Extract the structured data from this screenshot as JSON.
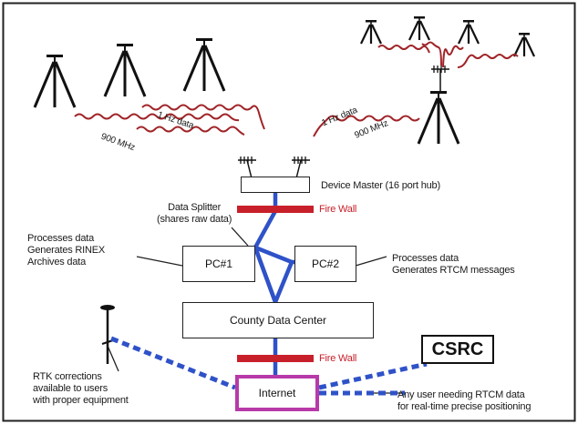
{
  "colors": {
    "accent_blue": "#2f52c8",
    "firewall_red": "#c8202a",
    "internet_border": "#b83aa8",
    "wave_red": "#a02428",
    "line": "#222222"
  },
  "nodes": {
    "device_master": "Device Master (16 port hub)",
    "pc1": "PC#1",
    "pc2": "PC#2",
    "county_data_center": "County Data Center",
    "internet": "Internet",
    "csrc": "CSRC"
  },
  "labels": {
    "fire_wall_top": "Fire Wall",
    "fire_wall_bottom": "Fire Wall",
    "data_splitter": [
      "Data Splitter",
      "(shares raw data)"
    ],
    "pc1_desc": [
      "Processes data",
      "Generates RINEX",
      "Archives data"
    ],
    "pc2_desc": [
      "Processes data",
      "Generates RTCM messages"
    ],
    "rtk": [
      "RTK corrections",
      "available to users",
      "with proper equipment"
    ],
    "any_user": [
      "Any user needing RTCM data",
      "for real-time precise positioning"
    ],
    "wave_left_1hz": "1 Hz data",
    "wave_left_900": "900 MHz",
    "wave_right_1hz": "1 Hz data",
    "wave_right_900": "900 MHz"
  }
}
